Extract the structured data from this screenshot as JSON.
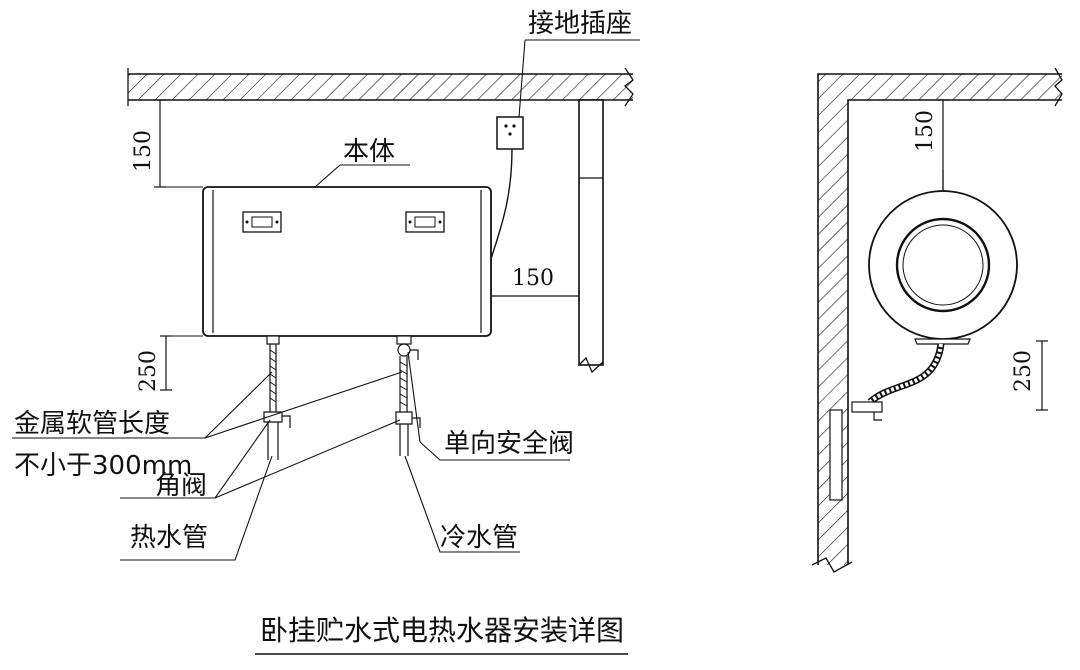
{
  "title": "卧挂贮水式电热水器安装详图",
  "labels": {
    "socket": "接地插座",
    "body": "本体",
    "hose_length_line1": "金属软管长度",
    "hose_length_line2": "不小于300mm",
    "angle_valve": "角阀",
    "hot_water_pipe": "热水管",
    "check_valve": "单向安全阀",
    "cold_water_pipe": "冷水管"
  },
  "dimensions": {
    "front_ceiling_gap": "150",
    "front_side_gap": "150",
    "front_below_gap": "250",
    "side_ceiling_gap": "150",
    "side_below_gap": "250"
  }
}
